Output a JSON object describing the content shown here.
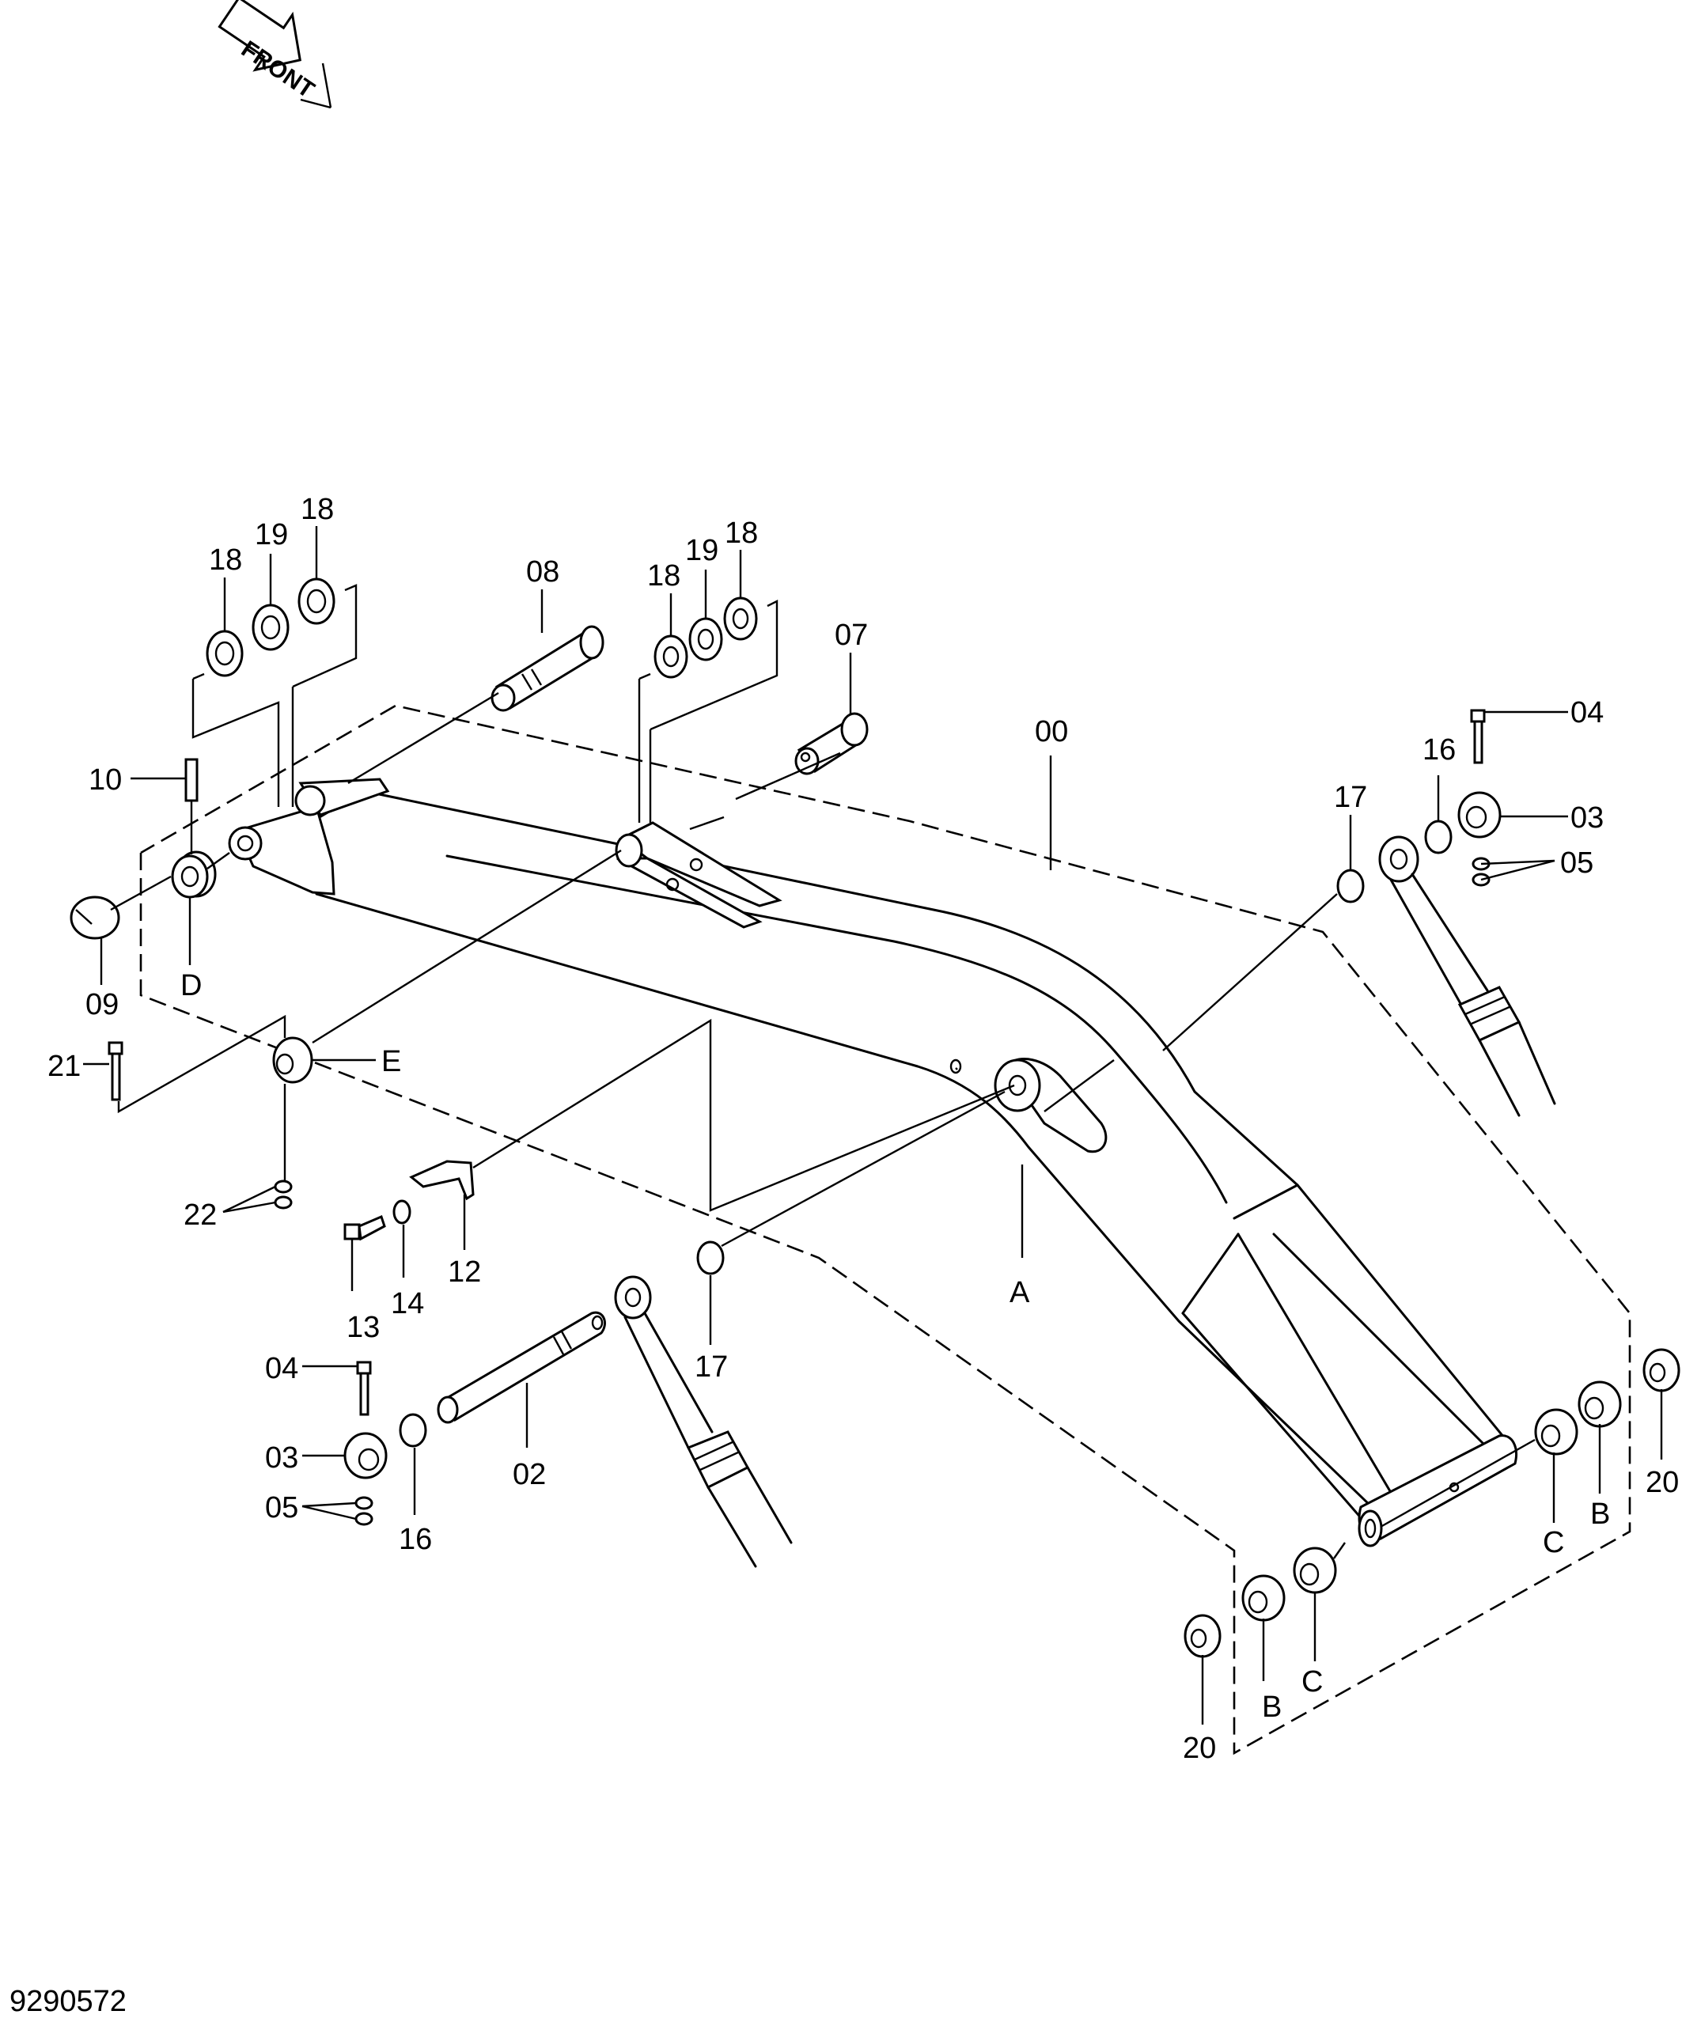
{
  "orientation_label": "FRONT",
  "drawing_number": "9290572",
  "callouts": {
    "c00": "00",
    "c02": "02",
    "c03a": "03",
    "c03b": "03",
    "c04a": "04",
    "c04b": "04",
    "c05a": "05",
    "c05b": "05",
    "c07": "07",
    "c08": "08",
    "c09": "09",
    "c10": "10",
    "c12": "12",
    "c13": "13",
    "c14": "14",
    "c16a": "16",
    "c16b": "16",
    "c17a": "17",
    "c17b": "17",
    "c18a": "18",
    "c18b": "18",
    "c18c": "18",
    "c18d": "18",
    "c19a": "19",
    "c19b": "19",
    "c20a": "20",
    "c20b": "20",
    "c21": "21",
    "c22": "22",
    "cA": "A",
    "cBa": "B",
    "cBb": "B",
    "cCa": "C",
    "cCb": "C",
    "cD": "D",
    "cE": "E"
  },
  "colors": {
    "ink": "#000000",
    "paper": "#ffffff"
  }
}
